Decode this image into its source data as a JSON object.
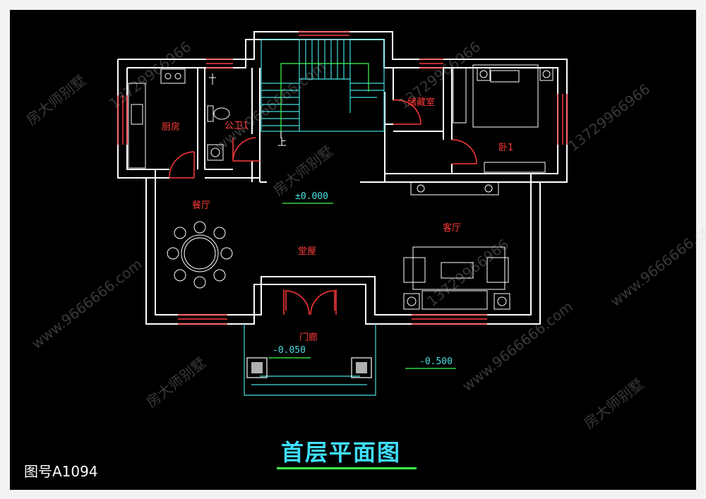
{
  "title": "首层平面图",
  "drawing_number": "图号A1094",
  "rooms": {
    "kitchen": "厨房",
    "bathroom": "公卫1",
    "storage": "储藏室",
    "bedroom": "卧1",
    "dining": "餐厅",
    "hall": "堂屋",
    "living": "客厅",
    "porch": "门廊",
    "stair_up": "上"
  },
  "elevations": {
    "main": "±0.000",
    "porch": "-0.050",
    "outside": "-0.500"
  },
  "watermarks": [
    "房大师别墅",
    "13729966966",
    "www.9666666.com"
  ],
  "colors": {
    "background": "#000000",
    "walls": "#ffffff",
    "labels": "#ff3b3b",
    "windows": "#ff3b3b",
    "stairs": "#44dfdf",
    "title": "#3fe0ff",
    "underline": "#3dff4a"
  }
}
